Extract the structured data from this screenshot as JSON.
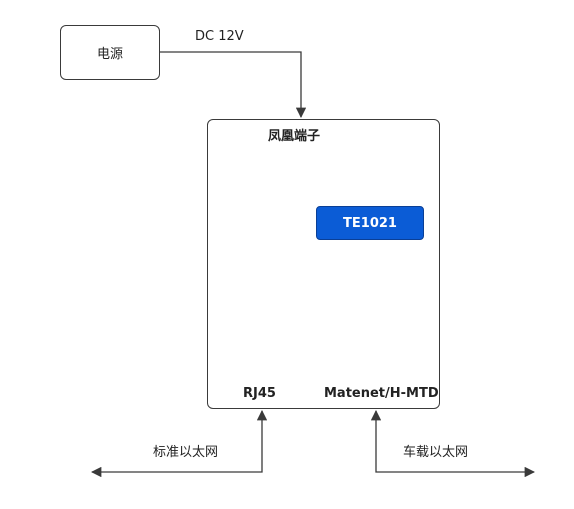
{
  "power_supply": {
    "label": "电源"
  },
  "power_link": {
    "label": "DC 12V"
  },
  "device": {
    "connector_label": "凤凰端子",
    "chip_label": "TE1021",
    "port_rj45": "RJ45",
    "port_matenet": "Matenet/H-MTD"
  },
  "outputs": {
    "standard_ethernet": "标准以太网",
    "vehicle_ethernet": "车载以太网"
  },
  "colors": {
    "line": "#3a3a3a",
    "chip_fill": "#0b5cd6",
    "chip_text": "#ffffff"
  }
}
